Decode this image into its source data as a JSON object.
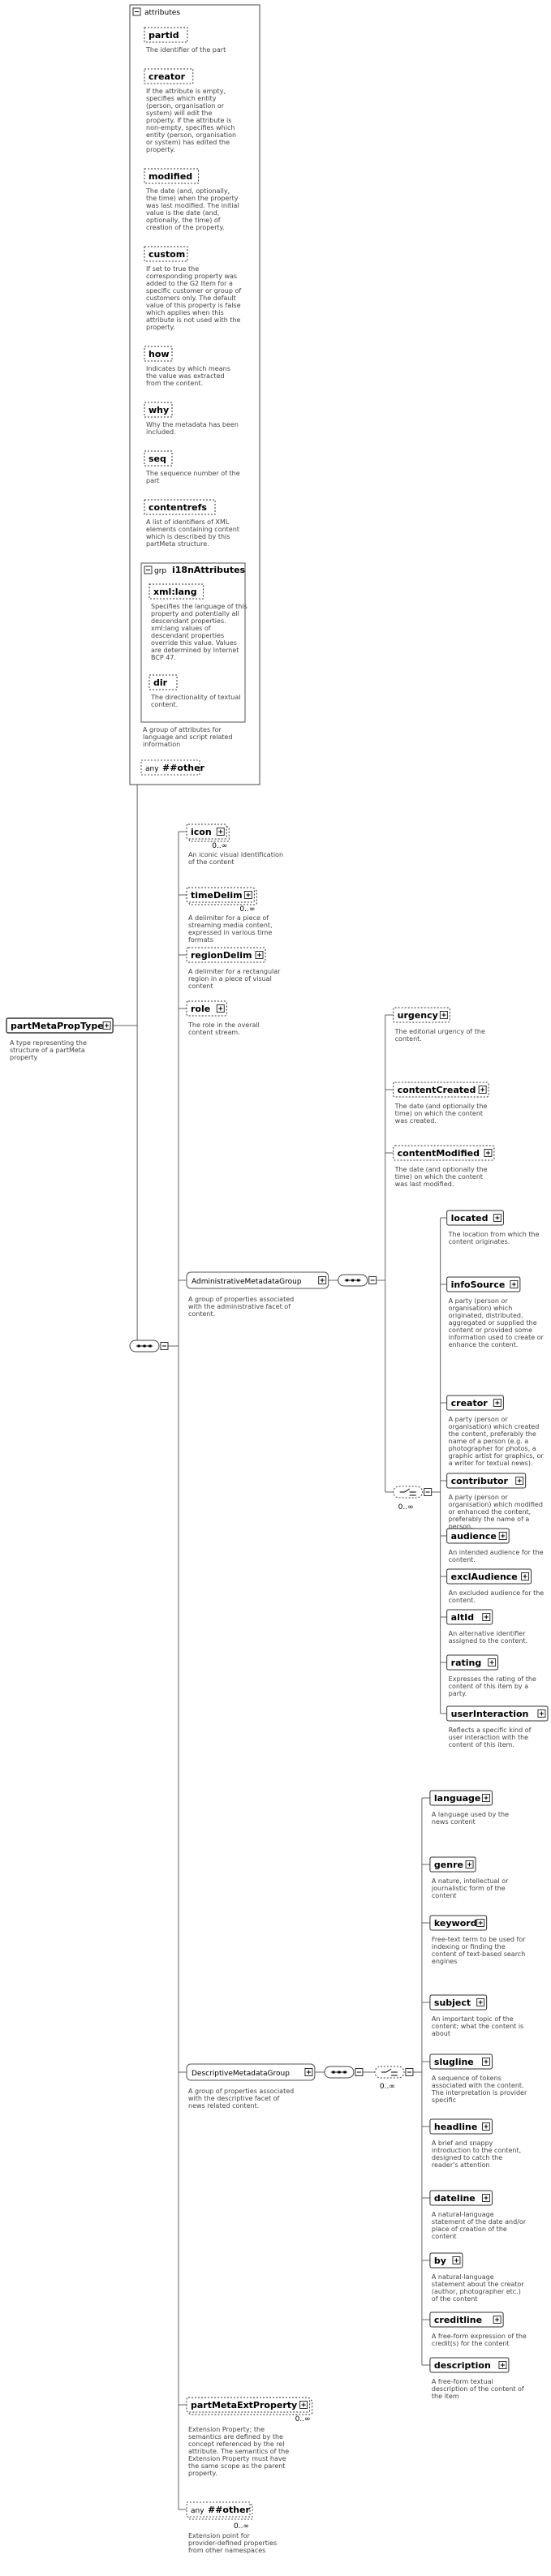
{
  "root": {
    "name": "partMetaPropType",
    "doc": [
      "A type representing the",
      "structure of a partMeta",
      "property"
    ]
  },
  "attributes": {
    "title": "attributes",
    "items": [
      {
        "name": "partid",
        "doc": [
          "The identifier of the part"
        ]
      },
      {
        "name": "creator",
        "doc": [
          "If the attribute is empty,",
          "specifies which entity",
          "(person, organisation or",
          "system) will edit the",
          "property. If the attribute is",
          "non-empty, specifies which",
          "entity (person, organisation",
          "or system) has edited the",
          "property."
        ]
      },
      {
        "name": "modified",
        "doc": [
          "The date (and, optionally,",
          "the time) when the property",
          "was last modified. The initial",
          "value is the date (and,",
          "optionally, the time) of",
          "creation of the property."
        ]
      },
      {
        "name": "custom",
        "doc": [
          "If set to true the",
          "corresponding property was",
          "added to the G2 Item for a",
          "specific customer or group of",
          "customers only. The default",
          "value of this property is false",
          "which applies when this",
          "attribute is not used with the",
          "property."
        ]
      },
      {
        "name": "how",
        "doc": [
          "Indicates by which means",
          "the value was extracted",
          "from the content."
        ]
      },
      {
        "name": "why",
        "doc": [
          "Why the metadata has been",
          "included."
        ]
      },
      {
        "name": "seq",
        "doc": [
          "The sequence number of the",
          "part"
        ]
      },
      {
        "name": "contentrefs",
        "doc": [
          "A list of identifiers of XML",
          "elements containing content",
          "which is described by this",
          "partMeta structure."
        ]
      }
    ],
    "group": {
      "prefix": "grp",
      "name": "i18nAttributes",
      "items": [
        {
          "name": "xml:lang",
          "doc": [
            "Specifies the language of this",
            "property and potentially all",
            "descendant properties.",
            "xml:lang values of",
            "descendant properties",
            "override this value. Values",
            "are determined by Internet",
            "BCP 47."
          ]
        },
        {
          "name": "dir",
          "doc": [
            "The directionality of textual",
            "content."
          ]
        }
      ],
      "doc": [
        "A group of attributes for",
        "language and script related",
        "information"
      ]
    },
    "any": {
      "prefix": "any",
      "name": "##other"
    }
  },
  "sequence": {
    "elements": [
      {
        "name": "icon",
        "occ": "0..∞",
        "doc": [
          "An iconic visual identification",
          "of the content"
        ]
      },
      {
        "name": "timeDelim",
        "occ": "0..∞",
        "doc": [
          "A delimiter for a piece of",
          "streaming media content,",
          "expressed in various time",
          "formats"
        ]
      },
      {
        "name": "regionDelim",
        "doc": [
          "A delimiter for a rectangular",
          "region in a piece of visual",
          "content"
        ]
      },
      {
        "name": "role",
        "doc": [
          "The role in the overall",
          "content stream."
        ]
      }
    ],
    "admin": {
      "name": "AdministrativeMetadataGroup",
      "doc": [
        "A group of properties associated",
        "with the administrative facet of",
        "content."
      ],
      "elements": [
        {
          "name": "urgency",
          "doc": [
            "The editorial urgency of the",
            "content."
          ]
        },
        {
          "name": "contentCreated",
          "doc": [
            "The date (and optionally the",
            "time) on which the content",
            "was created."
          ]
        },
        {
          "name": "contentModified",
          "doc": [
            "The date (and optionally the",
            "time) on which the content",
            "was last modified."
          ]
        }
      ],
      "choice_occ": "0..∞",
      "choice": [
        {
          "name": "located",
          "doc": [
            "The location from which the",
            "content originates."
          ]
        },
        {
          "name": "infoSource",
          "doc": [
            "A party (person or",
            "organisation) which",
            "originated, distributed,",
            "aggregated or supplied the",
            "content or provided some",
            "information used to create or",
            "enhance the content."
          ]
        },
        {
          "name": "creator",
          "doc": [
            "A party (person or",
            "organisation) which created",
            "the content, preferably the",
            "name of a person (e.g. a",
            "photographer for photos, a",
            "graphic artist for graphics, or",
            "a writer for textual news)."
          ]
        },
        {
          "name": "contributor",
          "doc": [
            "A party (person or",
            "organisation) which modified",
            "or enhanced the content,",
            "preferably the name of a",
            "person."
          ]
        },
        {
          "name": "audience",
          "doc": [
            "An intended audience for the",
            "content."
          ]
        },
        {
          "name": "exclAudience",
          "doc": [
            "An excluded audience for the",
            "content."
          ]
        },
        {
          "name": "altId",
          "doc": [
            "An alternative identifier",
            "assigned to the content."
          ]
        },
        {
          "name": "rating",
          "doc": [
            "Expresses the rating of the",
            "content of this item by a",
            "party."
          ]
        },
        {
          "name": "userInteraction",
          "doc": [
            "Reflects a specific kind of",
            "user interaction with the",
            "content of this item."
          ]
        }
      ]
    },
    "descr": {
      "name": "DescriptiveMetadataGroup",
      "doc": [
        "A group of properties associated",
        "with the descriptive facet of",
        "news related content."
      ],
      "choice_occ": "0..∞",
      "choice": [
        {
          "name": "language",
          "doc": [
            "A language used by the",
            "news content"
          ]
        },
        {
          "name": "genre",
          "doc": [
            "A nature, intellectual or",
            "journalistic form of the",
            "content"
          ]
        },
        {
          "name": "keyword",
          "doc": [
            "Free-text term to be used for",
            "indexing or finding the",
            "content of text-based search",
            "engines"
          ]
        },
        {
          "name": "subject",
          "doc": [
            "An important topic of the",
            "content; what the content is",
            "about"
          ]
        },
        {
          "name": "slugline",
          "doc": [
            "A sequence of tokens",
            "associated with the content.",
            "The interpretation is provider",
            "specific"
          ]
        },
        {
          "name": "headline",
          "doc": [
            "A brief and snappy",
            "introduction to the content,",
            "designed to catch the",
            "reader's attention"
          ]
        },
        {
          "name": "dateline",
          "doc": [
            "A natural-language",
            "statement of the date and/or",
            "place of creation of the",
            "content"
          ]
        },
        {
          "name": "by",
          "doc": [
            "A natural-language",
            "statement about the creator",
            "(author, photographer etc.)",
            "of the content"
          ]
        },
        {
          "name": "creditline",
          "doc": [
            "A free-form expression of the",
            "credit(s) for the content"
          ]
        },
        {
          "name": "description",
          "doc": [
            "A free-form textual",
            "description of the content of",
            "the item"
          ]
        }
      ]
    },
    "ext": {
      "name": "partMetaExtProperty",
      "occ": "0..∞",
      "doc": [
        "Extension Property; the",
        "semantics are defined by the",
        "concept referenced by the rel",
        "attribute. The semantics of the",
        "Extension Property must have",
        "the same scope as the parent",
        "property."
      ]
    },
    "any": {
      "prefix": "any",
      "name": "##other",
      "occ": "0..∞",
      "doc": [
        "Extension point for",
        "provider-defined properties",
        "from other namespaces"
      ]
    }
  }
}
